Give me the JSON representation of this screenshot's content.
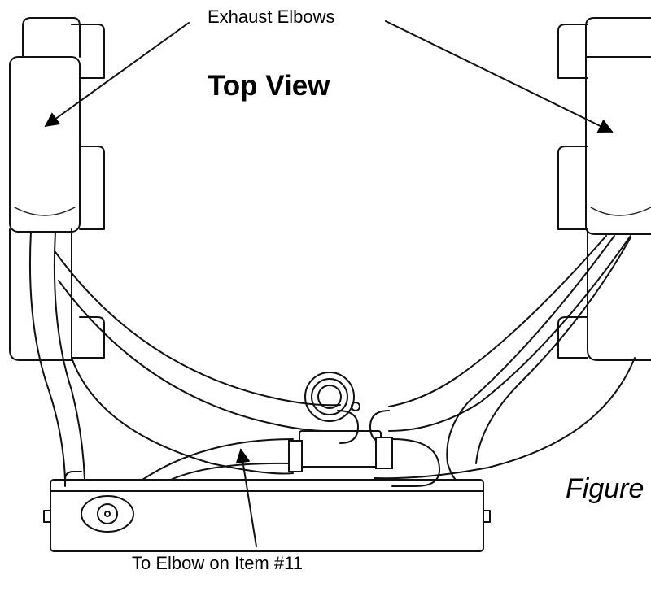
{
  "labels": {
    "exhaust_elbows": "Exhaust Elbows",
    "top_view": "Top View",
    "figure": "Figure",
    "to_elbow_item_11": "To Elbow on Item #11"
  },
  "colors": {
    "line": "#111111",
    "background": "#ffffff"
  }
}
